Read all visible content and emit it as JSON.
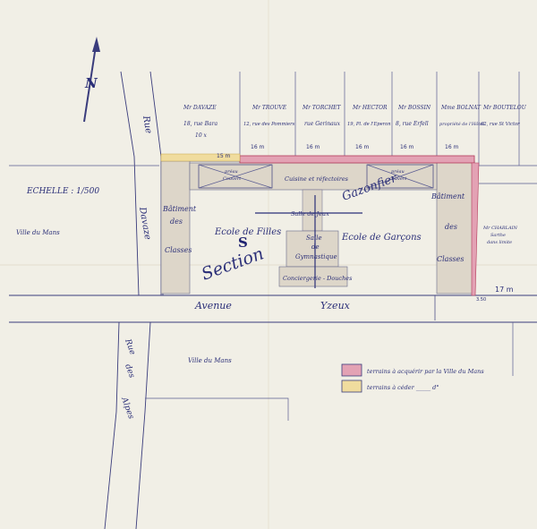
{
  "north_label": "N",
  "scale": "ECHELLE : 1/500",
  "streets": {
    "rue_davaze": [
      "Rue",
      "Davaze"
    ],
    "rue_des_alpes": [
      "Rue",
      "des",
      "Alpes"
    ],
    "avenue_yzeux": [
      "Avenue",
      "Yzeux"
    ]
  },
  "ville_du_mans": "Ville du Mans",
  "owners": [
    {
      "name": "Mr DAVAZE",
      "address": "18, rue Bara",
      "extra": "10 x"
    },
    {
      "name": "Mr TROUVE",
      "address": "12, rue des Pommiers",
      "extra": ""
    },
    {
      "name": "Mr TORCHET",
      "address": "rue Gerinaux",
      "extra": ""
    },
    {
      "name": "Mr HECTOR",
      "address": "19, Pl. de l'Eperon",
      "extra": ""
    },
    {
      "name": "Mr BOSSIN",
      "address": "8, rue Erfell",
      "extra": ""
    },
    {
      "name": "Mme BOLNAT",
      "address": "propriété de l'Hôtel",
      "extra": ""
    },
    {
      "name": "Mr BOUTELOU",
      "address": "62, rue St Victor",
      "extra": ""
    }
  ],
  "side_owner": {
    "name": "Mr CHARLAIN",
    "address": "Sarthe",
    "extra": "dans limite"
  },
  "dimensions": {
    "d1": "15 m",
    "d2": "16 m",
    "d3": "16 m",
    "d4": "16 m",
    "d5": "16 m",
    "d6": "16 m",
    "right_width": "17 m",
    "small": "3.50"
  },
  "buildings": {
    "batiment_classes_left": [
      "Bâtiment",
      "des",
      "Classes"
    ],
    "batiment_classes_right": [
      "Bâtiment",
      "des",
      "Classes"
    ],
    "preau_left": [
      "préau",
      "Couvert"
    ],
    "preau_right": [
      "préau",
      "couvert"
    ],
    "cuisine": "Cuisine et réfectoires",
    "ecole_filles": "Ecole de Filles",
    "ecole_garcons": "Ecole de Garçons",
    "salle_de_jeux": "Salle de Jeux",
    "salle_gym": [
      "Salle",
      "de",
      "Gymnastique"
    ],
    "conciergerie": "Conciergerie - Douches"
  },
  "section": {
    "word": "Section",
    "letter": "S",
    "name": "Gazonfier"
  },
  "legend": [
    {
      "label": "terrains à acquérir par la Ville du Mans",
      "color": "#e3a2b4"
    },
    {
      "label": "terrains à céder _____ d°",
      "color": "#f0dc9e"
    }
  ]
}
